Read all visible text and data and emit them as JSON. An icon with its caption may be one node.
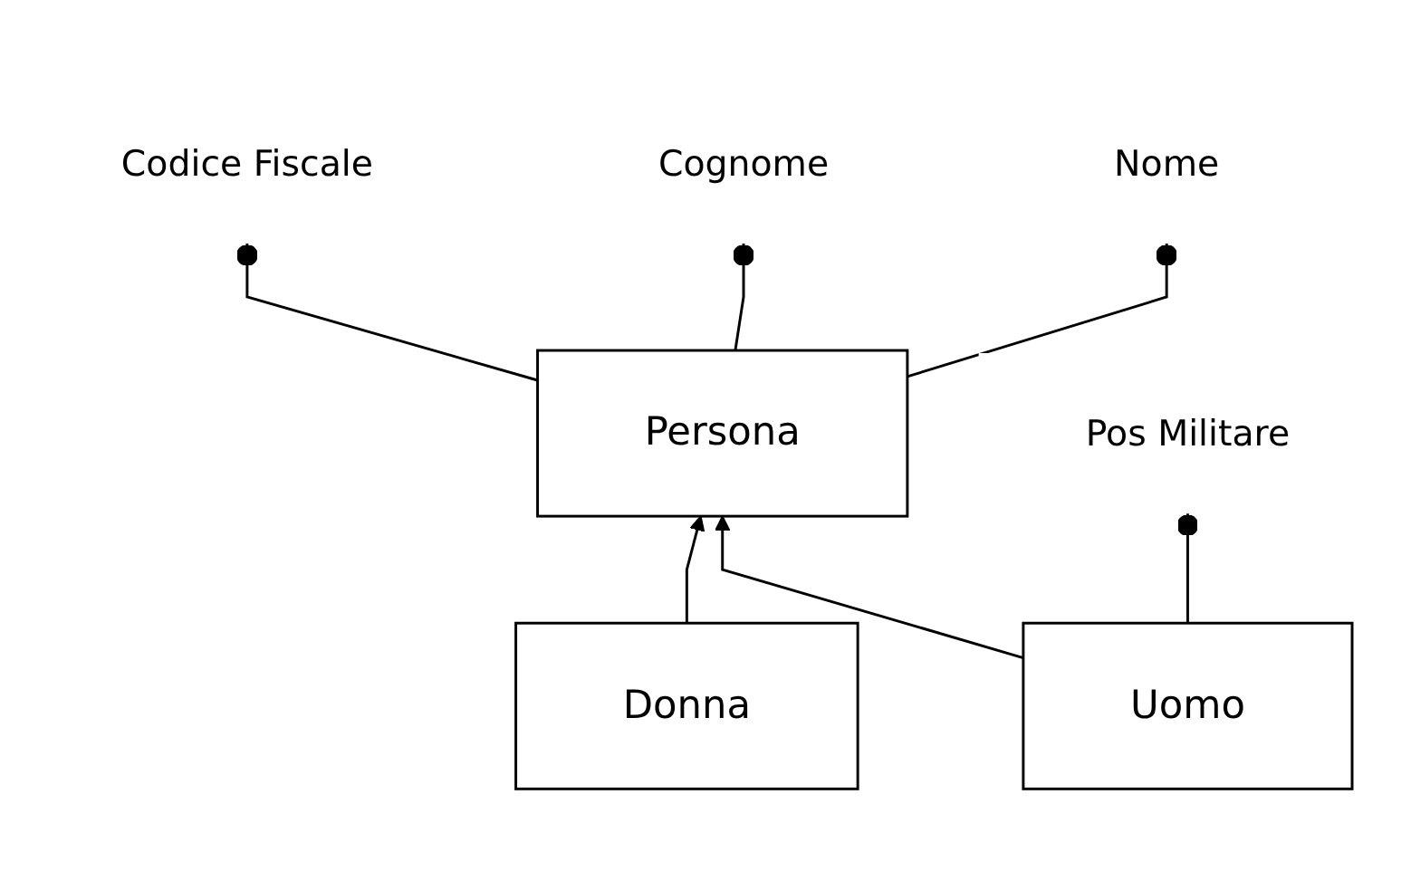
{
  "diagram": {
    "nodes": [
      {
        "text": [
          "Persona"
        ]
      },
      {
        "text": [
          "Codice Fiscale"
        ]
      },
      {
        "text": [
          "Cognome"
        ]
      },
      {
        "text": [
          "Nome"
        ]
      },
      {
        "text": [
          "Uomo"
        ]
      },
      {
        "text": [
          "Donna"
        ]
      },
      {
        "text": [
          "Pos Militare"
        ]
      }
    ],
    "edges": [
      {
        "from": 0,
        "to": 1,
        "arrow": "other"
      },
      {
        "from": 0,
        "to": 2,
        "arrow": "other"
      },
      {
        "from": 0,
        "to": 3,
        "arrow": "other"
      },
      {
        "from": 4,
        "to": 0,
        "arrow": "to"
      },
      {
        "from": 5,
        "to": 0,
        "arrow": "to"
      },
      {
        "from": 4,
        "to": 6,
        "arrow": "other"
      }
    ]
  }
}
